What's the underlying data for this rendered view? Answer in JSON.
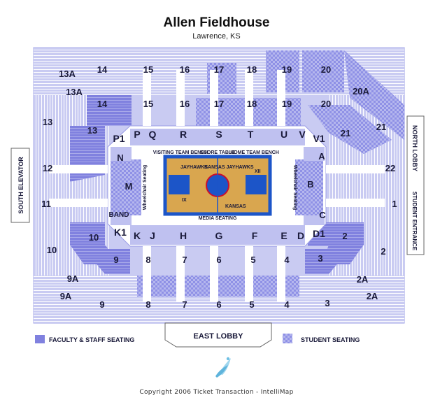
{
  "header": {
    "title": "Allen Fieldhouse",
    "location": "Lawrence, KS"
  },
  "colors": {
    "seat_light": "#c9cbf2",
    "seat_mid": "#aeb0ec",
    "faculty": "#7f80e0",
    "student_pattern": "#8f91e6",
    "outline": "#ffffff",
    "court_blue": "#1c55c8",
    "court_wood": "#d9a64f"
  },
  "lobbies": {
    "south_elevator": "SOUTH ELEVATOR",
    "north_lobby": "NORTH LOBBY",
    "student_entrance": "STUDENT ENTRANCE",
    "east_lobby": "EAST LOBBY"
  },
  "court": {
    "score_table": "SCORE TABLE",
    "visiting_bench": "VISITING TEAM BENCH",
    "home_bench": "HOME TEAM BENCH",
    "media_seating": "MEDIA SEATING",
    "wheelchair_left": "Wheelchair Seating",
    "wheelchair_right": "Wheelchair Seating",
    "center_text": "KANSAS JAYHAWKS",
    "banner_left": "JAYHAWKS",
    "banner_right": "KANSAS",
    "numeral_left": "IX",
    "numeral_right": "XII"
  },
  "sections": {
    "upper_top": [
      "14",
      "15",
      "16",
      "17",
      "18",
      "19",
      "20"
    ],
    "lower_top": [
      "14",
      "15",
      "16",
      "17",
      "18",
      "19",
      "20"
    ],
    "upper_bottom": [
      "9",
      "8",
      "7",
      "6",
      "5",
      "4",
      "3"
    ],
    "lower_bottom": [
      "9",
      "8",
      "7",
      "6",
      "5",
      "4",
      "3"
    ],
    "left_side": [
      "13",
      "12",
      "11",
      "10"
    ],
    "right_side": [
      "21",
      "22",
      "1",
      "2"
    ],
    "corners": [
      "13A",
      "13A",
      "9A",
      "9A",
      "20A",
      "21",
      "2A",
      "2A",
      "13",
      "10",
      "2"
    ],
    "floor_top": [
      "P1",
      "P",
      "Q",
      "R",
      "S",
      "T",
      "U",
      "V",
      "V1"
    ],
    "floor_bottom": [
      "K1",
      "K",
      "J",
      "H",
      "G",
      "F",
      "E",
      "D",
      "D1"
    ],
    "floor_left": [
      "N",
      "M",
      "BAND"
    ],
    "floor_right": [
      "A",
      "B",
      "C"
    ]
  },
  "legend": {
    "faculty": "FACULTY & STAFF SEATING",
    "student": "STUDENT SEATING"
  },
  "footer": {
    "copyright": "Copyright 2006 Ticket Transaction - IntelliMap"
  }
}
